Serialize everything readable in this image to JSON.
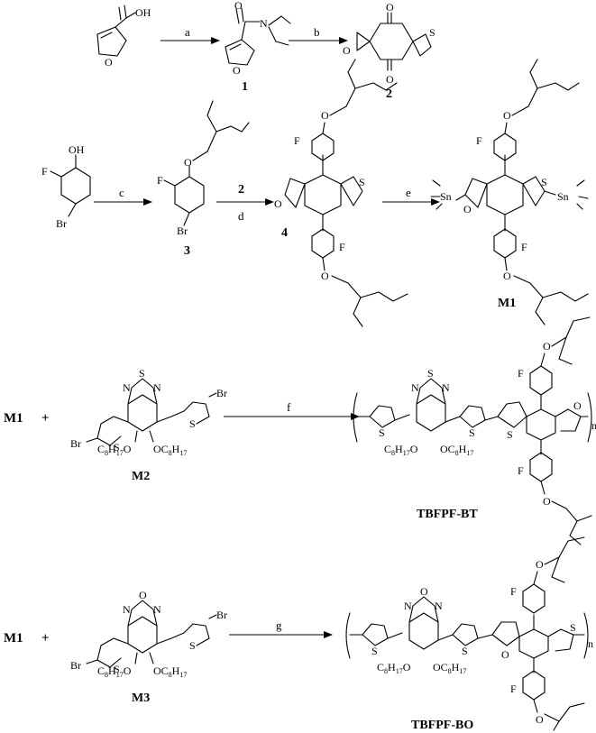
{
  "reaction_steps": [
    "a",
    "b",
    "c",
    "d",
    "e",
    "f",
    "g"
  ],
  "compounds": {
    "c1": "1",
    "c2": "2",
    "c3": "3",
    "c4": "4",
    "m1": "M1",
    "m2": "M2",
    "m3": "M3",
    "p1": "TBFPF-BT",
    "p2": "TBFPF-BO"
  },
  "reactant_labels": {
    "m1_row4": "M1",
    "m1_row5": "M1",
    "plus": "+"
  },
  "repeat_unit": "n",
  "atoms": {
    "O": "O",
    "OH": "OH",
    "N": "N",
    "S": "S",
    "F": "F",
    "Br": "Br",
    "Sn": "Sn",
    "C8H17_left": "C8H17O",
    "C8H17_right": "OC8H17"
  },
  "colors": {
    "ink": "#000000",
    "background": "#ffffff"
  }
}
